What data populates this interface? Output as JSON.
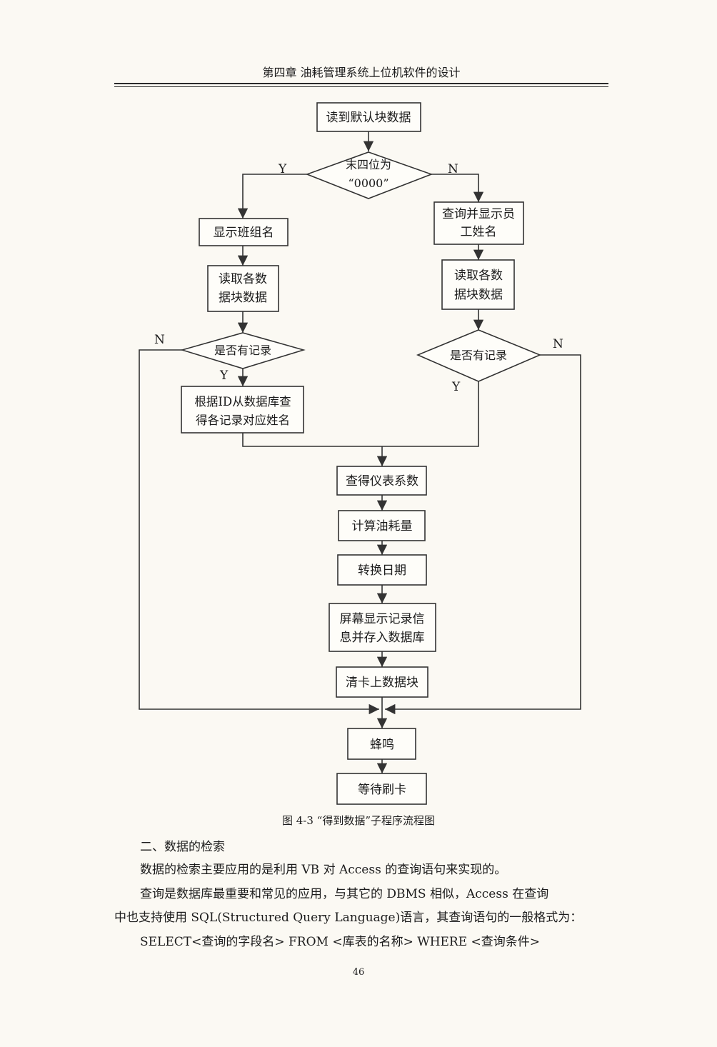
{
  "header": {
    "title": "第四章  油耗管理系统上位机软件的设计"
  },
  "flowchart": {
    "nodes": {
      "read_default": "读到默认块数据",
      "decision_last4_line1": "末四位为",
      "decision_last4_line2": "“0000”",
      "show_group": "显示班组名",
      "query_staff_line1": "查询并显示员",
      "query_staff_line2": "工姓名",
      "read_blocks_left_line1": "读取各数",
      "read_blocks_left_line2": "据块数据",
      "read_blocks_right_line1": "读取各数",
      "read_blocks_right_line2": "据块数据",
      "has_record_left": "是否有记录",
      "has_record_right": "是否有记录",
      "lookup_names_line1": "根据ID从数据库查",
      "lookup_names_line2": "得各记录对应姓名",
      "get_coefficient": "查得仪表系数",
      "calc_fuel": "计算油耗量",
      "convert_date": "转换日期",
      "display_store_line1": "屏幕显示记录信",
      "display_store_line2": "息并存入数据库",
      "clear_blocks": "清卡上数据块",
      "beep": "蜂鸣",
      "wait_card": "等待刷卡"
    },
    "labels": {
      "yes": "Y",
      "no": "N"
    }
  },
  "caption": "图 4-3    “得到数据”子程序流程图",
  "section": {
    "heading": "二、数据的检索",
    "para1": "数据的检索主要应用的是利用 VB 对 Access 的查询语句来实现的。",
    "para2_line1": "查询是数据库最重要和常见的应用，与其它的 DBMS 相似，Access 在查询",
    "para2_line2": "中也支持使用 SQL(Structured Query Language)语言，其查询语句的一般格式为：",
    "sql": "SELECT<查询的字段名> FROM <库表的名称>   WHERE    <查询条件>"
  },
  "page_number": "46"
}
